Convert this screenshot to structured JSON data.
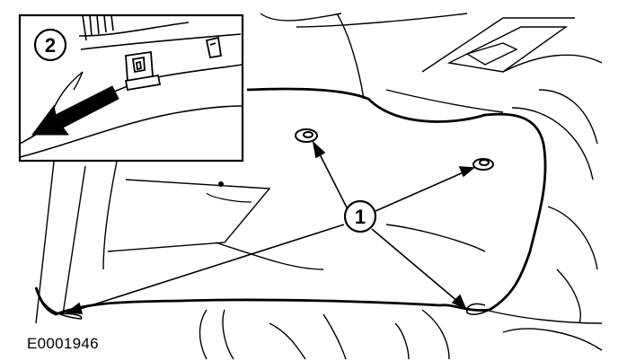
{
  "figure": {
    "id_label": "E0001946",
    "callouts": [
      {
        "number": "1",
        "meaning": ""
      },
      {
        "number": "2",
        "meaning": ""
      }
    ]
  }
}
